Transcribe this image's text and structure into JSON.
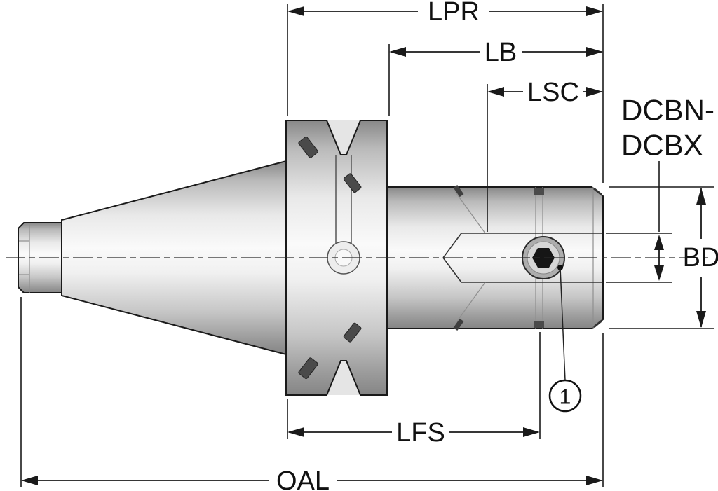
{
  "diagram_type": "tool-holder-engineering-drawing",
  "labels": {
    "lpr": "LPR",
    "lb": "LB",
    "lsc": "LSC",
    "bore_diameter_line1": "DCBN-",
    "bore_diameter_line2": "DCBX",
    "bd": "BD",
    "lfs": "LFS",
    "oal": "OAL",
    "balloon": "1"
  },
  "colors": {
    "background": "#ffffff",
    "outline": "#1a1a1a",
    "dimension_line": "#1a1a1a",
    "metal_highlight": "#fafafa",
    "metal_shadow": "#858585",
    "screw_socket": "#161616",
    "balloon_fill": "#ffffff"
  }
}
